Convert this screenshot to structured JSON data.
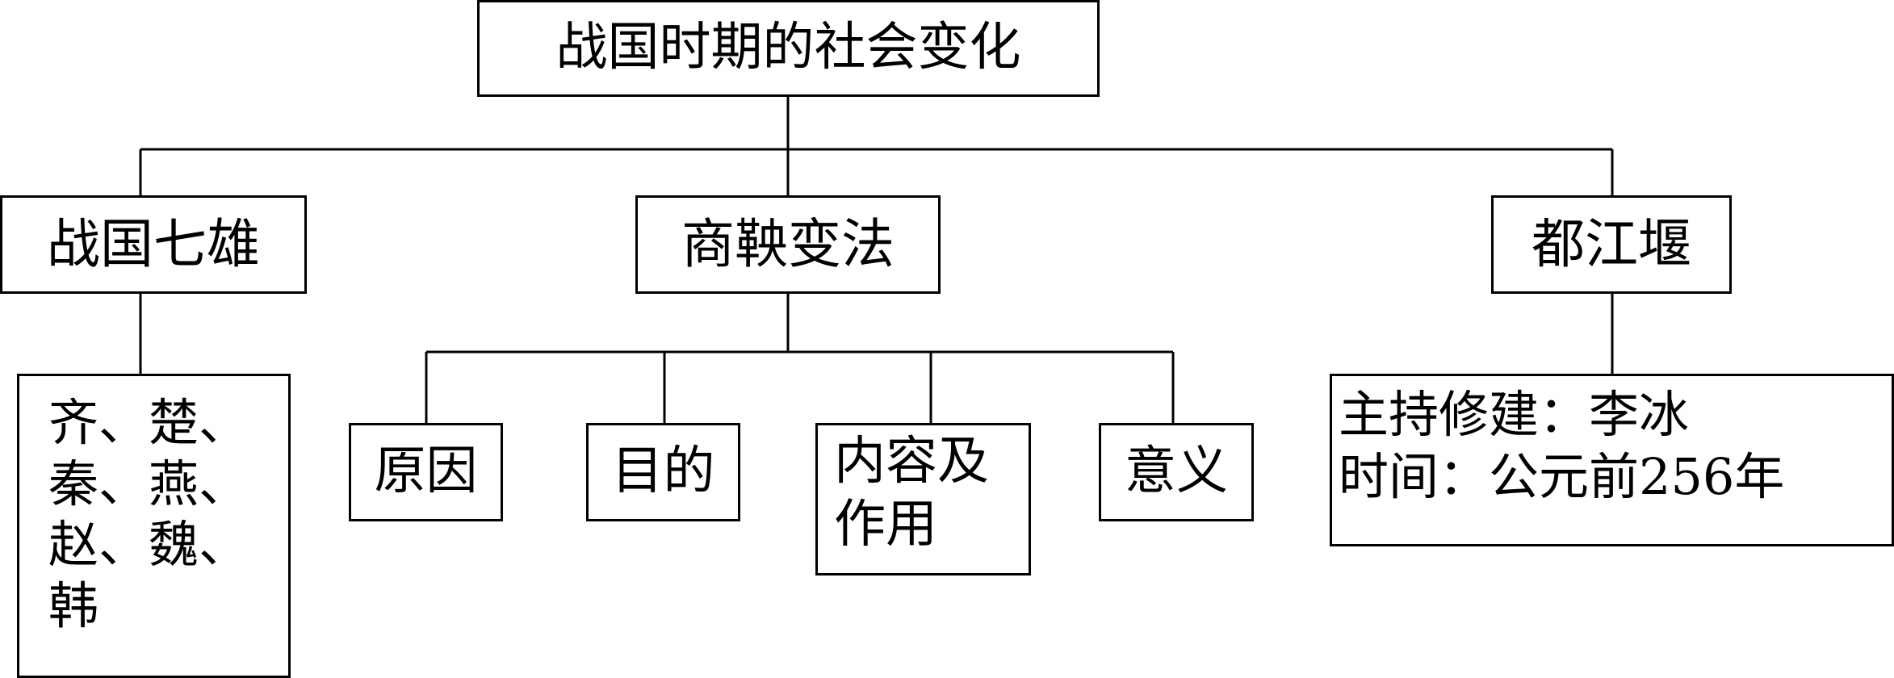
{
  "diagram": {
    "title": "战国时期的社会变化",
    "branches": [
      {
        "label": "战国七雄",
        "children": [
          {
            "lines": [
              "齐、楚、",
              "秦、燕、",
              "赵、魏、",
              "韩"
            ]
          }
        ]
      },
      {
        "label": "商鞅变法",
        "children": [
          {
            "lines": [
              "原因"
            ]
          },
          {
            "lines": [
              "目的"
            ]
          },
          {
            "lines": [
              "内容及",
              "作用"
            ]
          },
          {
            "lines": [
              "意义"
            ]
          }
        ]
      },
      {
        "label": "都江堰",
        "children": [
          {
            "lines": [
              "主持修建：李冰",
              "时间：公元前256年"
            ]
          }
        ]
      }
    ]
  },
  "colors": {
    "line": "#000000",
    "box_fill": "#ffffff",
    "text": "#000000"
  }
}
